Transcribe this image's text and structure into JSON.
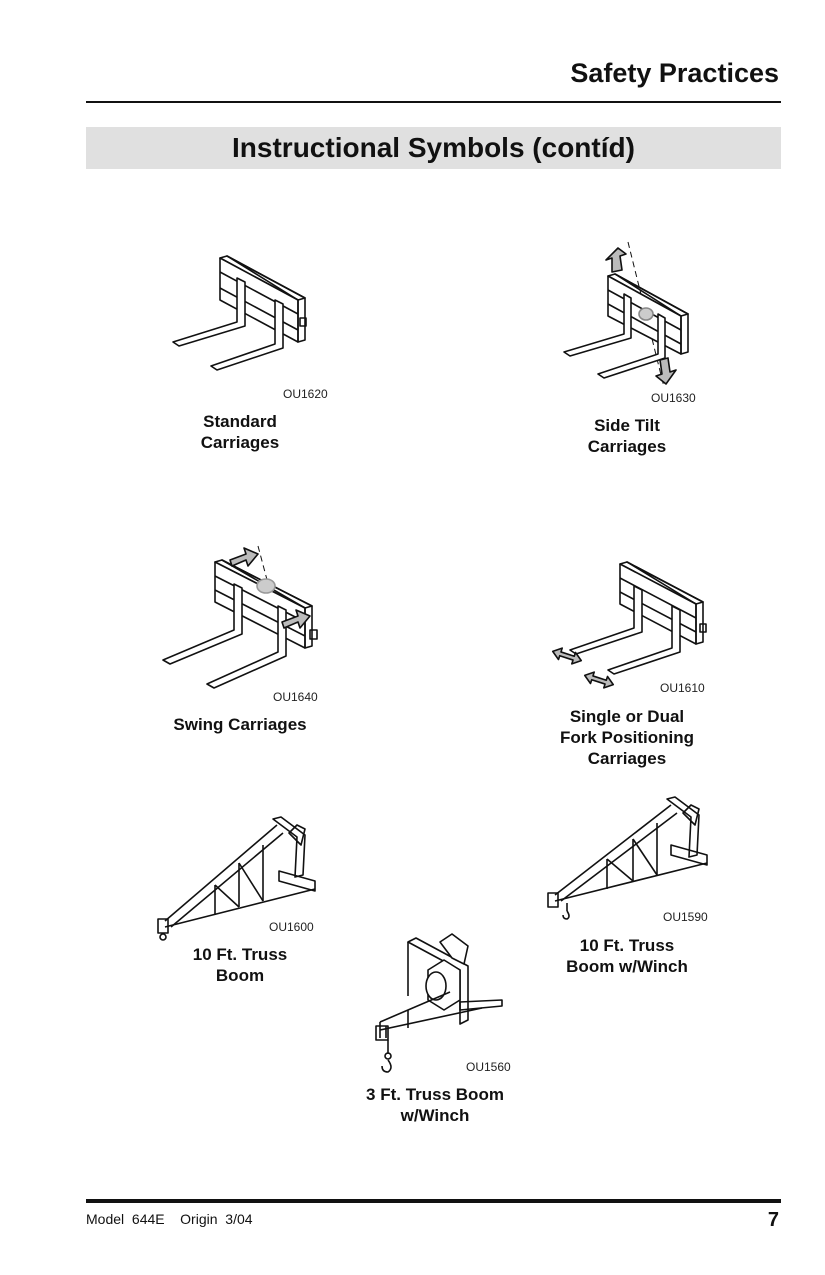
{
  "header": {
    "title": "Safety Practices"
  },
  "section": {
    "title": "Instructional Symbols (contíd)"
  },
  "items": [
    {
      "code": "OU1620",
      "caption_lines": [
        "Standard",
        "Carriages"
      ]
    },
    {
      "code": "OU1630",
      "caption_lines": [
        "Side Tilt",
        "Carriages"
      ]
    },
    {
      "code": "OU1640",
      "caption_lines": [
        "Swing Carriages"
      ]
    },
    {
      "code": "OU1610",
      "caption_lines": [
        "Single or Dual",
        "Fork Positioning",
        "Carriages"
      ]
    },
    {
      "code": "OU1600",
      "caption_lines": [
        "10 Ft. Truss",
        "Boom"
      ]
    },
    {
      "code": "OU1590",
      "caption_lines": [
        "10 Ft. Truss",
        "Boom w/Winch"
      ]
    },
    {
      "code": "OU1560",
      "caption_lines": [
        "3 Ft. Truss Boom",
        "w/Winch"
      ]
    }
  ],
  "footer": {
    "model_text": "Model  644E    Origin  3/04",
    "page_number": "7"
  }
}
